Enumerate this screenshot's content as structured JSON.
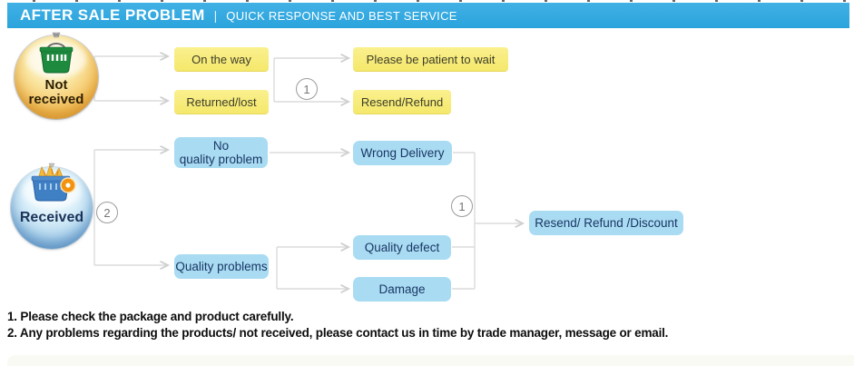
{
  "header": {
    "title": "AFTER SALE PROBLEM",
    "separator": "|",
    "subtitle": "QUICK RESPONSE AND BEST SERVICE"
  },
  "flow": {
    "sources": {
      "not_received": {
        "line1": "Not",
        "line2": "received"
      },
      "received": {
        "label": "Received"
      }
    },
    "badges": {
      "path1_top": "1",
      "path2": "2",
      "path1_right": "1"
    },
    "boxes": {
      "on_the_way": "On the way",
      "returned_lost": "Returned/lost",
      "please_wait": "Please be patient to wait",
      "resend_refund": "Resend/Refund",
      "no_quality_problem": {
        "line1": "No",
        "line2": "quality problem"
      },
      "quality_problems": "Quality problems",
      "wrong_delivery": "Wrong Delivery",
      "quality_defect": "Quality defect",
      "damage": "Damage",
      "resend_refund_discount": "Resend/ Refund /Discount"
    }
  },
  "notes": {
    "line1": "1. Please check the package and product carefully.",
    "line2": "2. Any problems regarding the products/ not received, please contact us in time by trade manager, message or email."
  },
  "icons": {
    "not_received": "green-shopping-basket",
    "received": "blue-shopping-basket-with-badge"
  },
  "colors": {
    "header_bar": "#2FA9DF",
    "yellow_box": "#F8ED7A",
    "blue_box": "#A9DCF2",
    "connector": "#DCDCDC",
    "not_received_circle": "#F2AC45",
    "received_circle": "#8FC0E4"
  }
}
